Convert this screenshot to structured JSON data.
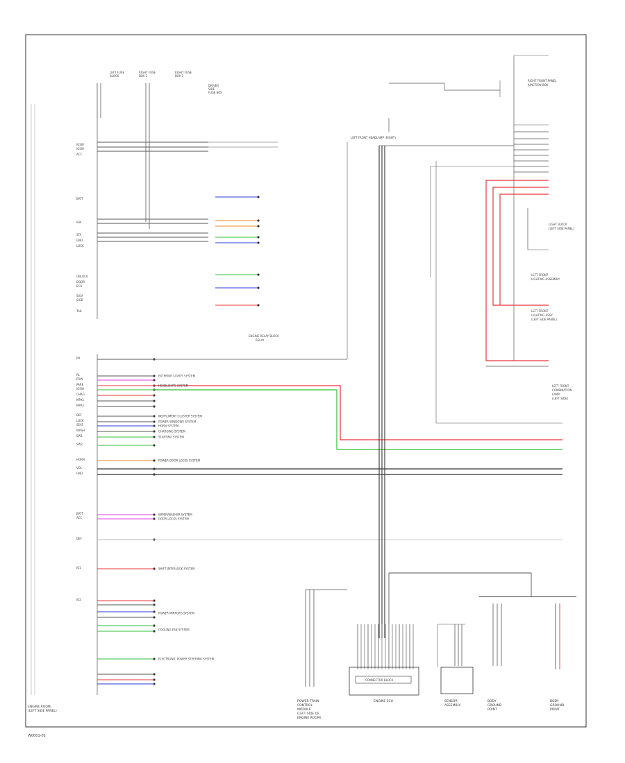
{
  "diagram": {
    "footer_code": "W0001-01",
    "main_component": [
      "ENGINE ROOM",
      "(LEFT SIDE PANEL)"
    ],
    "top_components": {
      "left_fuse_block": [
        "LEFT FUSE",
        "BLOCK"
      ],
      "center_block": [
        "RIGHT FUSE",
        "BOX 2"
      ],
      "right_block": [
        "RIGHT FUSE",
        "BOX 3"
      ],
      "relay": [
        "DRIVER",
        "SIDE",
        "FUSE BOX"
      ],
      "fuse_box_right": [
        "RIGHT FRONT PANEL",
        "JUNCTION BOX"
      ],
      "lamp_block": [
        "LIGHT BLOCK",
        "(LEFT SIDE PANEL)"
      ],
      "mid_right": [
        "LEFT FRONT",
        "LIGHTING ASSEMBLY"
      ],
      "lower_right": [
        "LEFT FRONT",
        "LIGHTING ASSY",
        "(LEFT SIDE PANEL)"
      ],
      "far_right": [
        "LEFT FRONT",
        "COMBINATION",
        "LAMP",
        "(LEFT SIDE)"
      ],
      "ground_top": "LEFT FRONT HEADLAMP (RIGHT)",
      "center_relay": [
        "ENGINE RELAY BLOCK",
        "RELAY"
      ]
    },
    "bottom_components": {
      "c1": [
        "POWER TRAIN",
        "CONTROL",
        "MODULE",
        "(LEFT SIDE OF",
        "ENGINE ROOM)"
      ],
      "c2": "ENGINE ECU",
      "c3": [
        "SENSOR",
        "ASSEMBLY"
      ],
      "c4": [
        "BODY",
        "GROUND",
        "POINT"
      ],
      "c5": [
        "BODY",
        "GROUND",
        "POINT"
      ],
      "c2_inner": "CONNECTOR BLOCK"
    },
    "left_pins": [
      "IGSW",
      "IGSW",
      "ACC",
      "BATT",
      "IGN",
      "STA",
      "GND",
      "LOCK",
      "UNLOCK",
      "DOOR",
      "ECU",
      "SIGA",
      "SIGB",
      "TAIL",
      "RR",
      "RL",
      "POW",
      "PARK",
      "IGSW",
      "CHRG",
      "MPX1",
      "MPX2",
      "DEF",
      "LOCK",
      "SEAT",
      "WASH",
      "SW1",
      "SW2",
      "HORN",
      "VOL",
      "GND",
      "BATT",
      "ACC",
      "DEF",
      "IG1",
      "IG2"
    ],
    "right_systems": [
      "EXTERIOR LIGHTS SYSTEM",
      "HEADLIGHTS SYSTEM",
      "INSTRUMENT CLUSTER SYSTEM",
      "POWER WINDOWS SYSTEM",
      "HORN SYSTEM",
      "CHARGING SYSTEM",
      "STARTING SYSTEM",
      "POWER DOOR LOCKS SYSTEM",
      "WIPER/WASHER SYSTEM",
      "DOOR LOCKS SYSTEM",
      "SHIFT INTERLOCK SYSTEM",
      "POWER MIRRORS SYSTEM",
      "COOLING FAN SYSTEM",
      "ELECTRONIC POWER STEERING SYSTEM"
    ],
    "colors": {
      "red": "#e8343a",
      "green": "#2fbf3a",
      "pink": "#e23ee2",
      "blue": "#2a3ad8",
      "orange": "#e8862a",
      "wire": "#555555"
    }
  }
}
